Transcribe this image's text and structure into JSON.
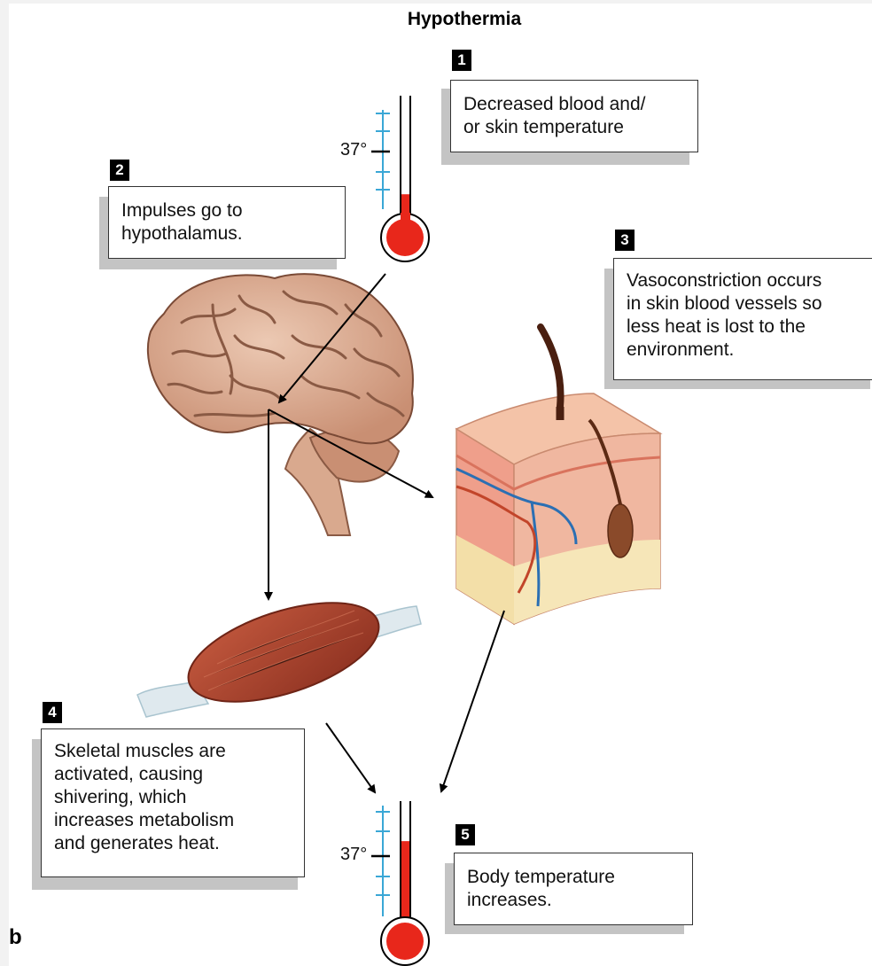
{
  "title": "Hypothermia",
  "figure_label": "b",
  "thermometer_reading": "37°",
  "steps": [
    {
      "number": "1",
      "text": "Decreased blood and/\nor skin temperature"
    },
    {
      "number": "2",
      "text": "Impulses go to\nhypothalamus."
    },
    {
      "number": "3",
      "text": "Vasoconstriction occurs\nin skin blood vessels so\nless heat is lost to the\nenvironment."
    },
    {
      "number": "4",
      "text": "Skeletal muscles are\nactivated, causing\nshivering, which\nincreases metabolism\nand generates heat."
    },
    {
      "number": "5",
      "text": "Body temperature\nincreases."
    }
  ],
  "thermometer_top": {
    "mercury_level": 0.2
  },
  "thermometer_bottom": {
    "mercury_level": 0.68
  },
  "colors": {
    "mercury": "#e8271b",
    "tick": "#3aa7d6",
    "brain": "#d9a98e",
    "brain_dark": "#8a5a44",
    "muscle": "#a9402b",
    "skin": "#f0b7a0",
    "fat": "#f3dfa8",
    "vein": "#2b6fb3",
    "artery": "#c2452a"
  }
}
